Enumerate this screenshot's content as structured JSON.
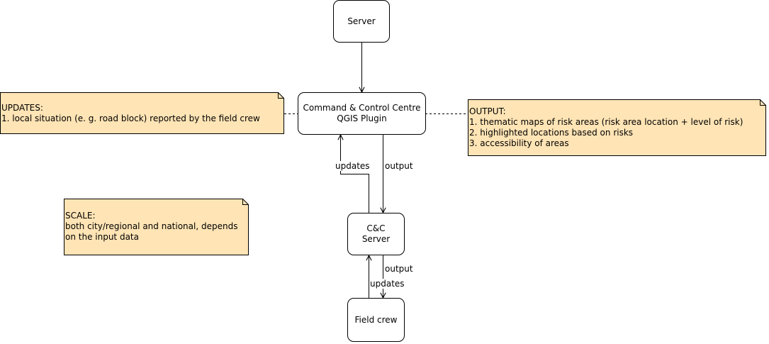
{
  "nodes": {
    "server": {
      "lines": [
        "Server"
      ]
    },
    "ccc": {
      "lines": [
        "Command & Control Centre",
        "QGIS Plugin"
      ]
    },
    "cc_server": {
      "lines": [
        "C&C",
        "Server"
      ]
    },
    "field_crew": {
      "lines": [
        "Field crew"
      ]
    }
  },
  "notes": {
    "updates": {
      "lines": [
        "UPDATES:",
        "1. local situation (e. g. road block) reported by the field crew"
      ]
    },
    "output": {
      "lines": [
        "OUTPUT:",
        "1. thematic maps of risk areas (risk area location + level of risk)",
        "2. highlighted locations based on risks",
        "3. accessibility of areas"
      ]
    },
    "scale": {
      "lines": [
        "SCALE:",
        "both city/regional and national, depends",
        "on the input data"
      ]
    }
  },
  "edge_labels": {
    "ccc_updates": "updates",
    "ccc_output": "output",
    "cc_output": "output",
    "cc_updates": "updates"
  },
  "colors": {
    "note_fill": "#FFE4B5",
    "stroke": "#000000"
  }
}
